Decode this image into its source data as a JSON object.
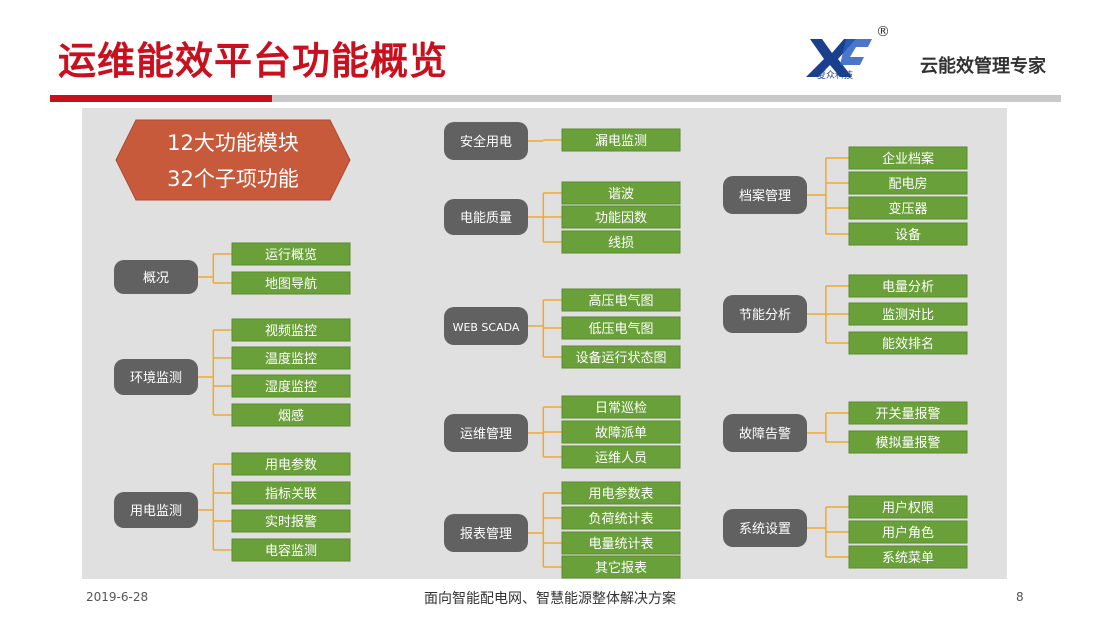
{
  "header": {
    "title": "运维能效平台功能概览",
    "logo_text": "夏众科技",
    "logo_mark": "®",
    "slogan": "云能效管理专家"
  },
  "banner": {
    "line1": "12大功能模块",
    "line2": "32个子项功能"
  },
  "modules": [
    {
      "name": "概况",
      "items": [
        "运行概览",
        "地图导航"
      ]
    },
    {
      "name": "环境监测",
      "items": [
        "视频监控",
        "温度监控",
        "湿度监控",
        "烟感"
      ]
    },
    {
      "name": "用电监测",
      "items": [
        "用电参数",
        "指标关联",
        "实时报警",
        "电容监测"
      ]
    },
    {
      "name": "安全用电",
      "items": [
        "漏电监测"
      ]
    },
    {
      "name": "电能质量",
      "items": [
        "谐波",
        "功能因数",
        "线损"
      ]
    },
    {
      "name": "WEB SCADA",
      "items": [
        "高压电气图",
        "低压电气图",
        "设备运行状态图"
      ]
    },
    {
      "name": "运维管理",
      "items": [
        "日常巡检",
        "故障派单",
        "运维人员"
      ]
    },
    {
      "name": "报表管理",
      "items": [
        "用电参数表",
        "负荷统计表",
        "电量统计表",
        "其它报表"
      ]
    },
    {
      "name": "档案管理",
      "items": [
        "企业档案",
        "配电房",
        "变压器",
        "设备"
      ]
    },
    {
      "name": "节能分析",
      "items": [
        "电量分析",
        "监测对比",
        "能效排名"
      ]
    },
    {
      "name": "故障告警",
      "items": [
        "开关量报警",
        "模拟量报警"
      ]
    },
    {
      "name": "系统设置",
      "items": [
        "用户权限",
        "用户角色",
        "系统菜单"
      ]
    }
  ],
  "colors": {
    "title_red": "#c8101e",
    "module_gray": "#616161",
    "item_green": "#6aa03a",
    "connector_orange": "#f0a830",
    "banner_red": "#c85a3c"
  },
  "footer": {
    "date": "2019-6-28",
    "center": "面向智能配电网、智慧能源整体解决方案",
    "page": "8"
  }
}
